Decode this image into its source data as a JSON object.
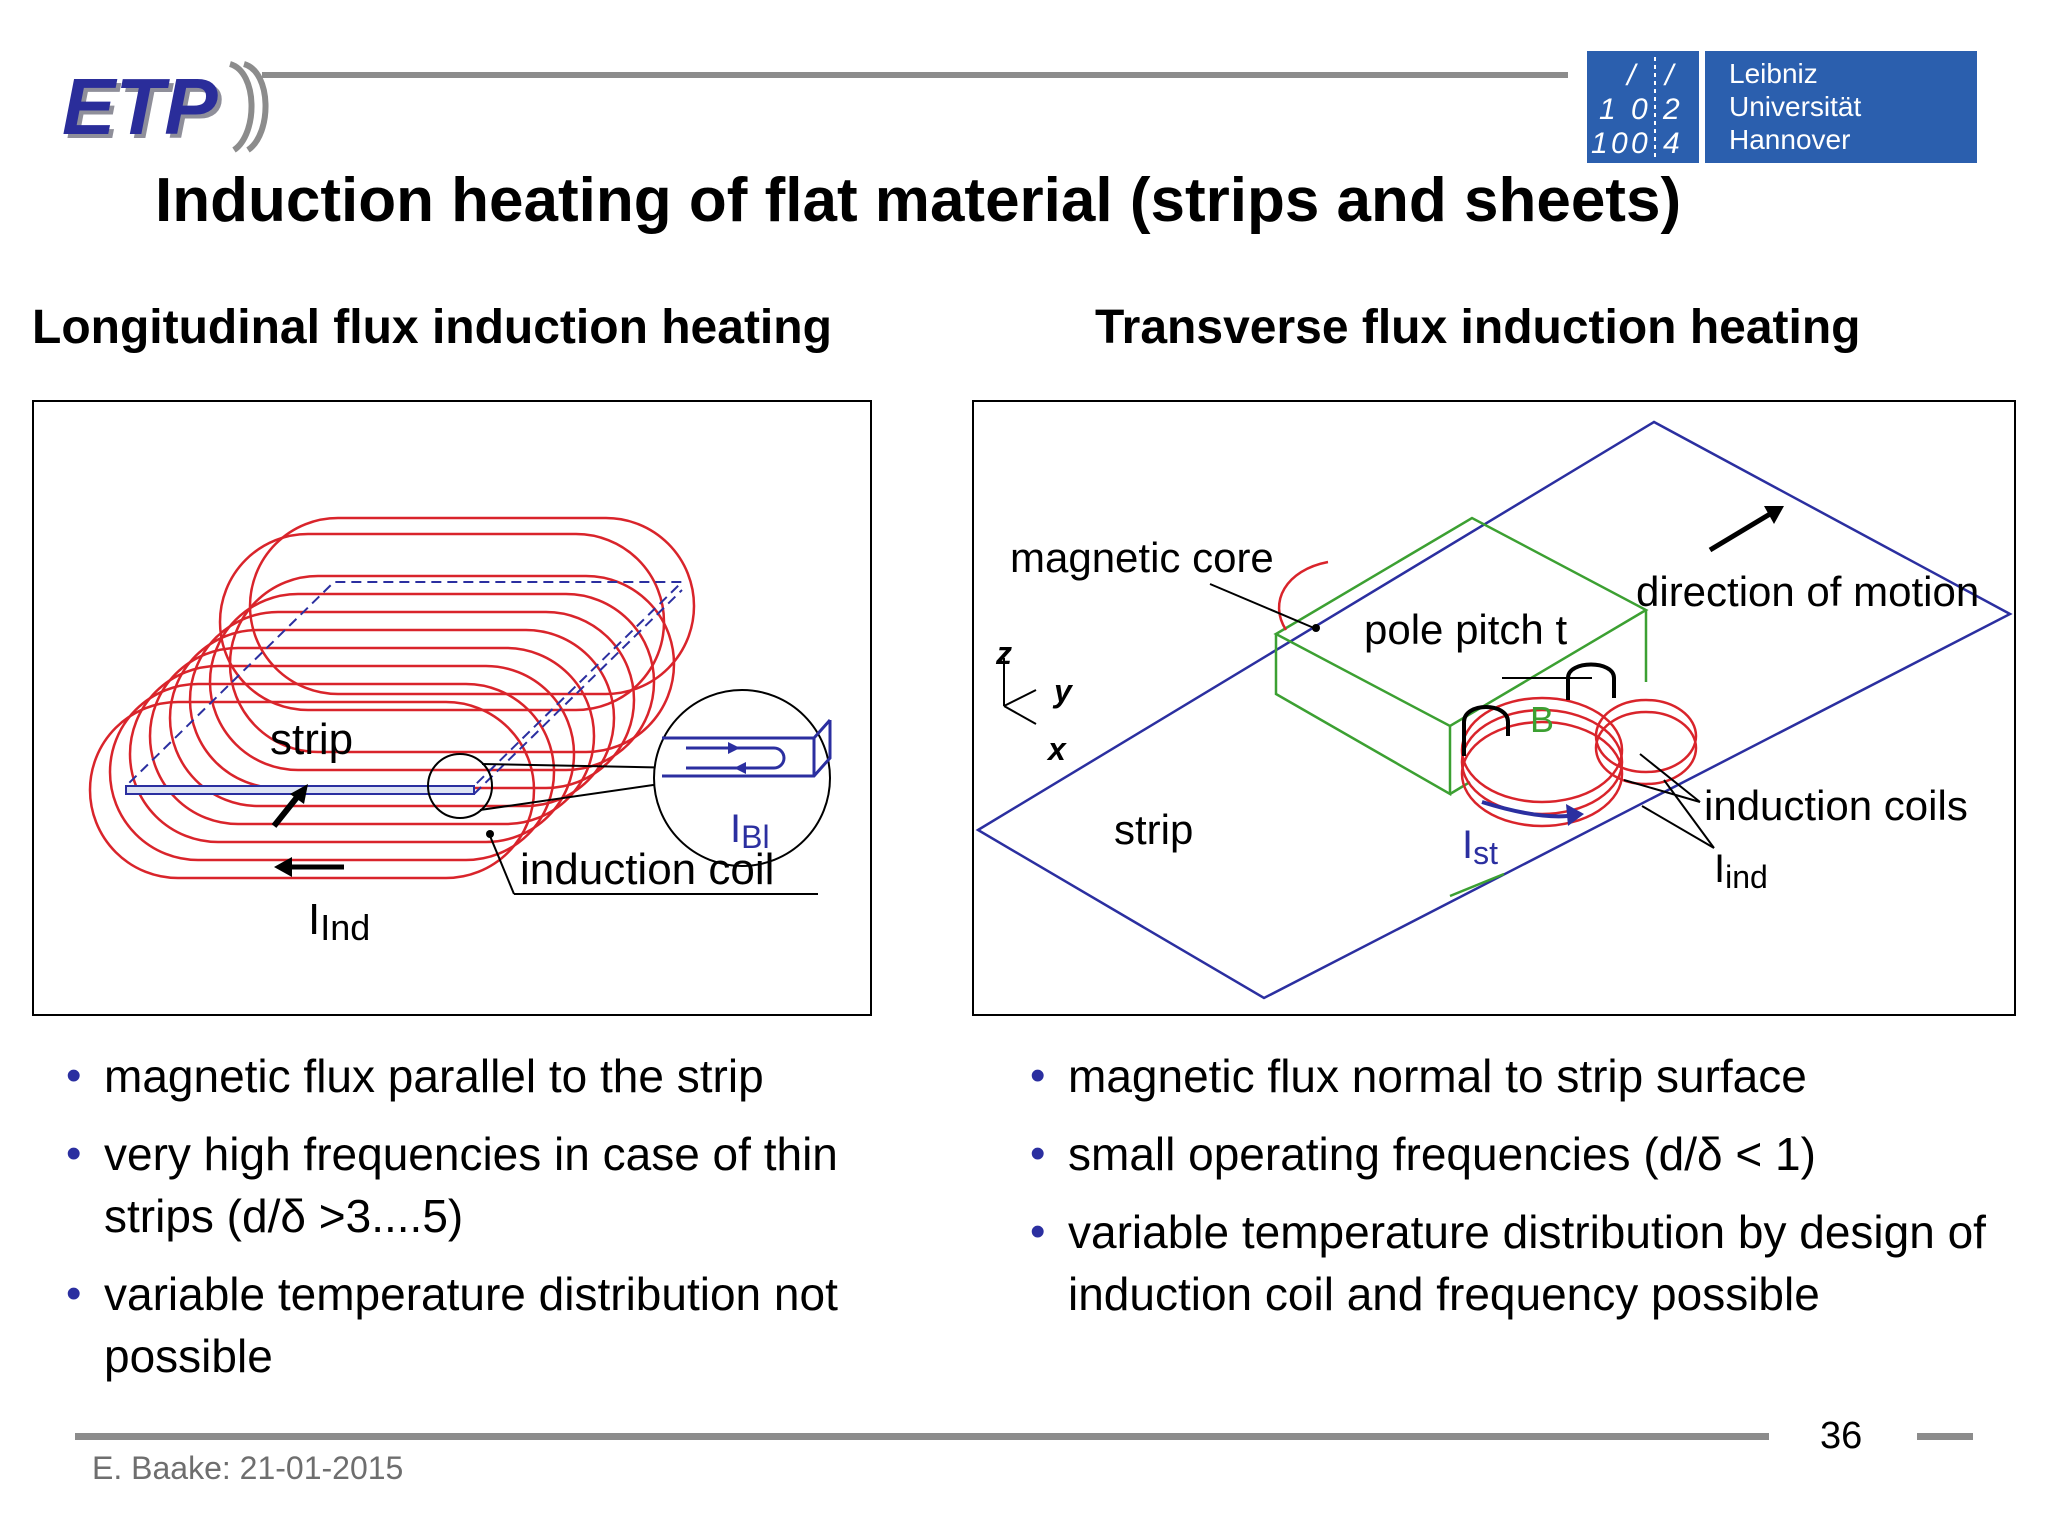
{
  "logo": {
    "text": "ETP",
    "university": [
      "Leibniz",
      "Universität",
      "Hannover"
    ],
    "mark_digits": [
      "/",
      "/",
      "1",
      "0",
      "2",
      "1",
      "0",
      "0",
      "4"
    ]
  },
  "title": "Induction heating of flat material (strips and sheets)",
  "left": {
    "heading": "Longitudinal flux induction heating",
    "figure": {
      "strip_label": "strip",
      "coil_label": "induction coil",
      "current_label": "I",
      "current_sub": "Ind",
      "bl_label": "I",
      "bl_sub": "Bl"
    },
    "bullets": [
      "magnetic flux parallel to the strip",
      "very high frequencies in case of thin strips (d/δ >3....5)",
      "variable temperature distribution not possible"
    ]
  },
  "right": {
    "heading": "Transverse flux induction heating",
    "figure": {
      "core_label": "magnetic core",
      "pole_label": "pole pitch t",
      "motion_label": "direction of motion",
      "coils_label": "induction coils",
      "strip_label": "strip",
      "ist_label": "I",
      "ist_sub": "st",
      "iind_label": "I",
      "iind_sub": "ind",
      "b_label": "B",
      "axis_z": "z",
      "axis_y": "y",
      "axis_x": "x"
    },
    "bullets": [
      "magnetic flux normal to strip surface",
      "small operating frequencies (d/δ < 1)",
      "variable temperature distribution by design of induction coil and frequency possible"
    ]
  },
  "footer": {
    "author": "E. Baake: 21-01-2015",
    "page": "36"
  },
  "colors": {
    "accent_blue": "#2b2fa0",
    "coil_red": "#d9242b",
    "core_green": "#3ca032",
    "luh_blue": "#2b5fae",
    "rule_grey": "#8c8c8c"
  }
}
